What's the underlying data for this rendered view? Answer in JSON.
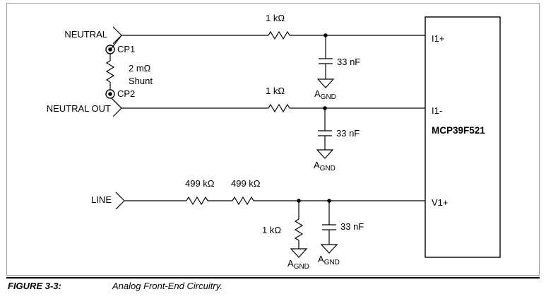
{
  "labels": {
    "neutral": "NEUTRAL",
    "neutral_out": "NEUTRAL OUT",
    "line": "LINE",
    "cp1": "CP1",
    "cp2": "CP2",
    "shunt_value": "2 mΩ",
    "shunt_name": "Shunt"
  },
  "components": {
    "r_i1p": "1 kΩ",
    "r_i1m": "1 kΩ",
    "r_line1": "499 kΩ",
    "r_line2": "499 kΩ",
    "r_divider": "1 kΩ",
    "c_i1p": "33 nF",
    "c_i1m": "33 nF",
    "c_v1": "33 nF"
  },
  "ground": {
    "main": "A",
    "sub": "GND"
  },
  "chip": {
    "name": "MCP39F521",
    "pin_i1p": "I1+",
    "pin_i1m": "I1-",
    "pin_v1p": "V1+"
  },
  "caption": {
    "number": "FIGURE 3-3:",
    "title": "Analog Front-End Circuitry."
  }
}
